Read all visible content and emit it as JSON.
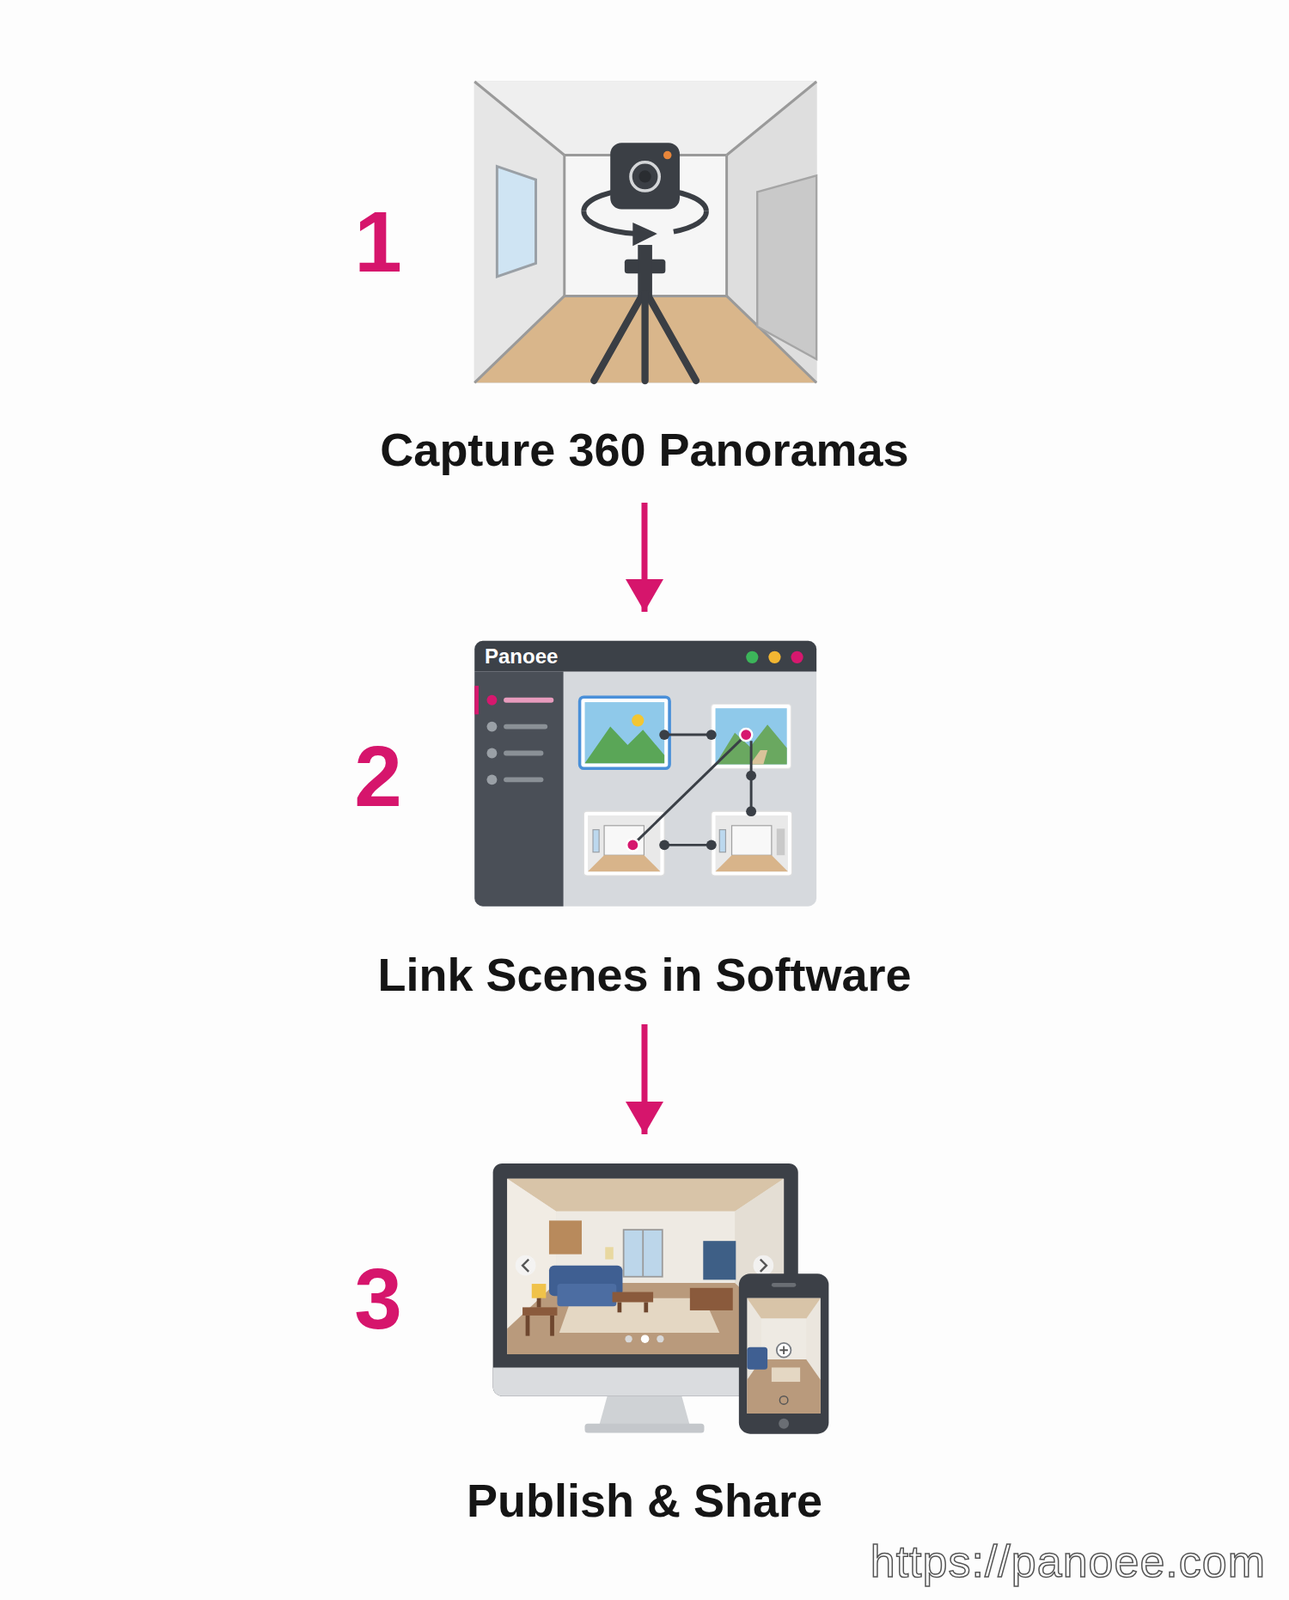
{
  "diagram": {
    "nodes": [
      {
        "text": [
          "1",
          "Capture 360 Panoramas"
        ]
      },
      {
        "text": [
          "2",
          "Link Scenes in Software"
        ]
      },
      {
        "text": [
          "3",
          "Publish & Share"
        ]
      }
    ],
    "edges": [
      {
        "from": 0,
        "to": 1,
        "arrow": "to"
      },
      {
        "from": 1,
        "to": 2,
        "arrow": "to"
      }
    ],
    "labels": [
      "Panoee",
      "https://panoee.com"
    ]
  }
}
